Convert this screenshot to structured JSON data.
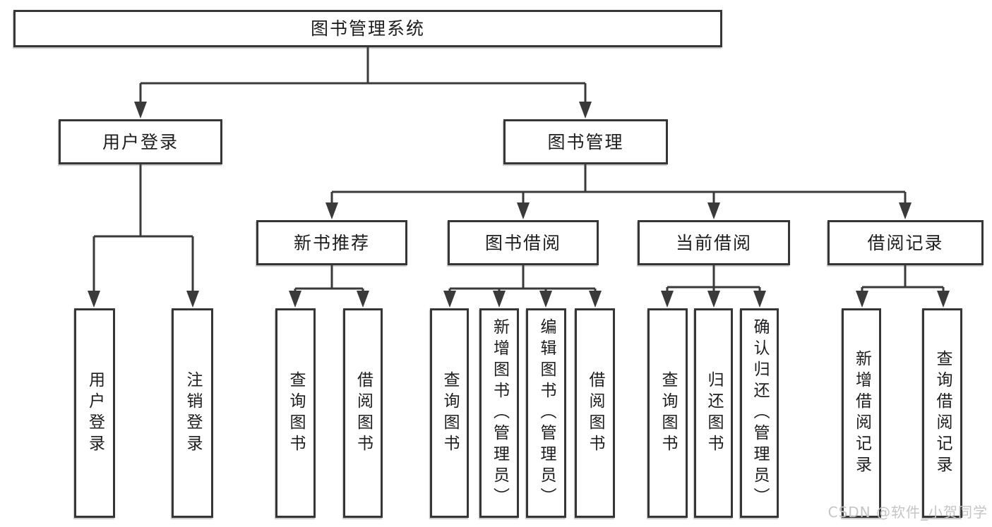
{
  "diagram": {
    "root": {
      "label": "图书管理系统"
    },
    "branches": [
      {
        "label": "用户登录",
        "children": [
          {
            "label": "用户登录"
          },
          {
            "label": "注销登录"
          }
        ]
      },
      {
        "label": "图书管理",
        "children": [
          {
            "label": "新书推荐",
            "children": [
              {
                "label": "查询图书"
              },
              {
                "label": "借阅图书"
              }
            ]
          },
          {
            "label": "图书借阅",
            "children": [
              {
                "label": "查询图书"
              },
              {
                "label": "新增图书（管理员）"
              },
              {
                "label": "编辑图书（管理员）"
              },
              {
                "label": "借阅图书"
              }
            ]
          },
          {
            "label": "当前借阅",
            "children": [
              {
                "label": "查询图书"
              },
              {
                "label": "归还图书"
              },
              {
                "label": "确认归还（管理员）"
              }
            ]
          },
          {
            "label": "借阅记录",
            "children": [
              {
                "label": "新增借阅记录"
              },
              {
                "label": "查询借阅记录"
              }
            ]
          }
        ]
      }
    ]
  },
  "colors": {
    "line": "#3a3a3a",
    "box_border": "#363636",
    "text": "#1d1d1f",
    "watermark": "#c5c5c5"
  },
  "watermark": {
    "text": "CSDN @软件_小贺同学"
  }
}
